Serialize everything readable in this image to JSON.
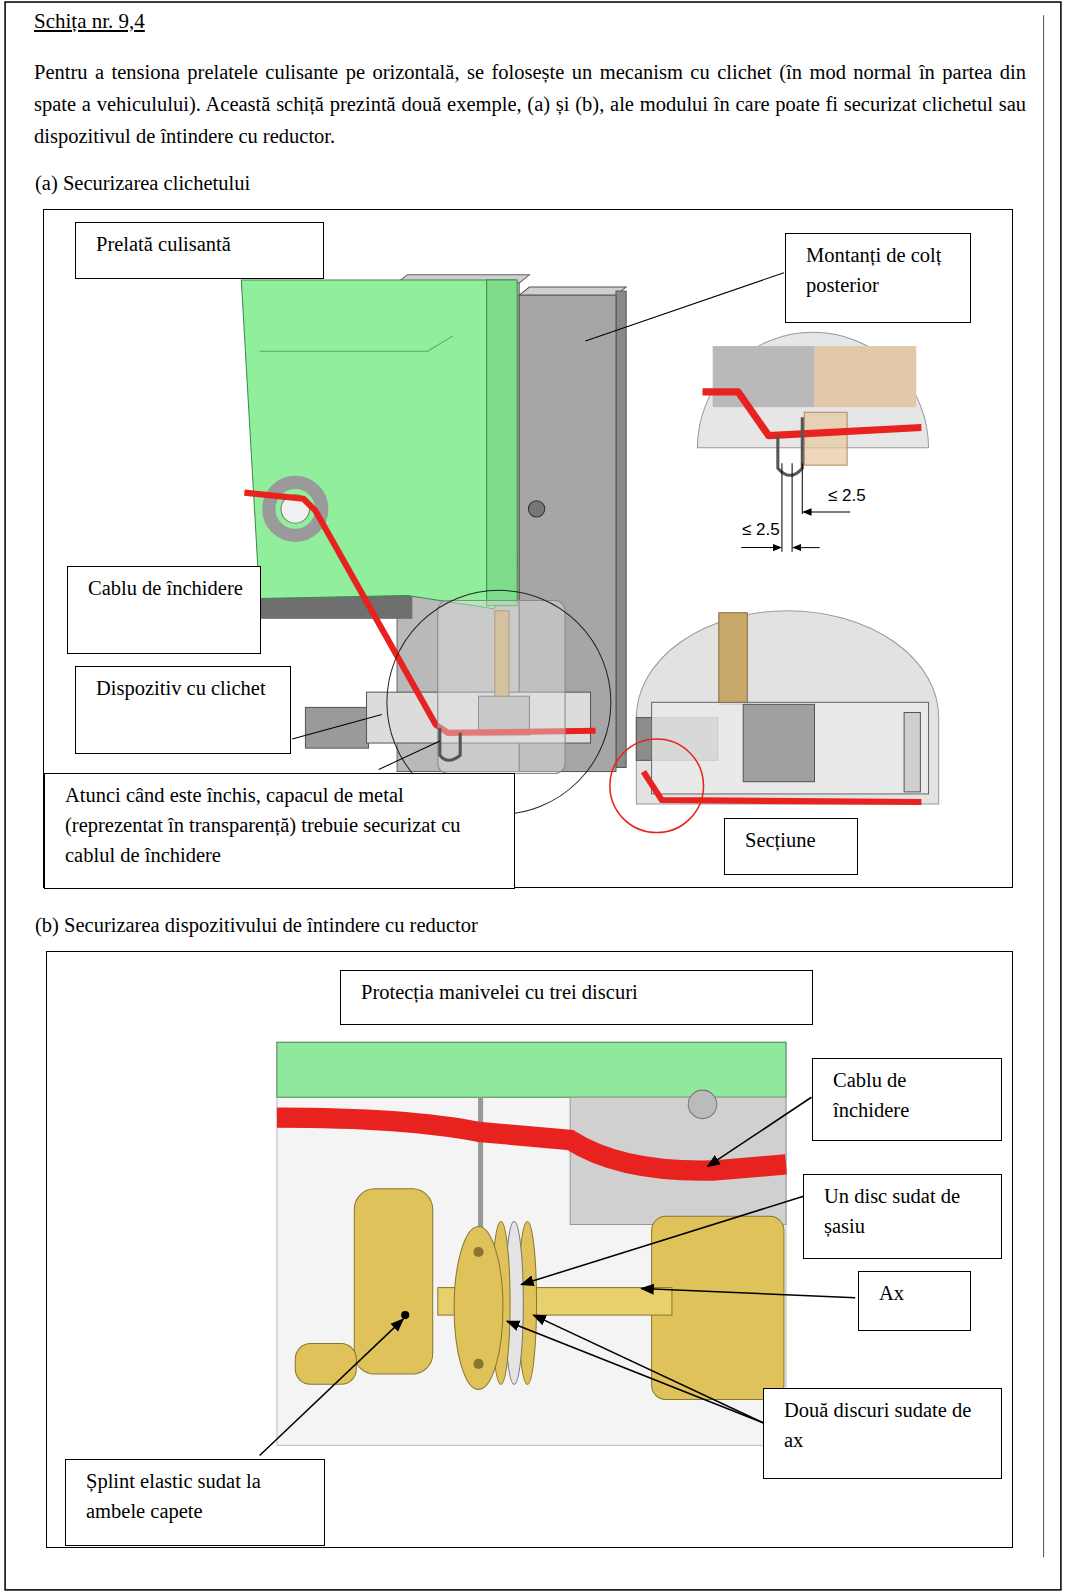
{
  "diagram": {
    "title": "Schița nr. 9,4",
    "nodes": [
      {
        "text": [
          "(a) Securizarea clichetului"
        ]
      },
      {
        "text": [
          "Prelată culisantă"
        ],
        "in": 0
      },
      {
        "text": [
          "Montanți de colț posterior"
        ],
        "in": 0
      },
      {
        "text": [
          "Cablu de închidere"
        ],
        "in": 0
      },
      {
        "text": [
          "Dispozitiv cu clichet"
        ],
        "in": 0
      },
      {
        "text": [
          "Atunci când este închis, capacul de metal (reprezentat în transparență) trebuie securizat cu cablul de închidere"
        ],
        "in": 0
      },
      {
        "text": [
          "Secțiune"
        ],
        "in": 0
      },
      {
        "text": [
          "(b) Securizarea dispozitivului de întindere cu reductor"
        ]
      },
      {
        "text": [
          "Protecția manivelei cu trei discuri"
        ],
        "in": 7
      },
      {
        "text": [
          "Cablu de închidere"
        ],
        "in": 7
      },
      {
        "text": [
          "Un disc sudat de șasiu"
        ],
        "in": 7
      },
      {
        "text": [
          "Ax"
        ],
        "in": 7
      },
      {
        "text": [
          "Două discuri sudate de ax"
        ],
        "in": 7
      },
      {
        "text": [
          "Șplint elastic sudat la ambele capete"
        ],
        "in": 7
      }
    ],
    "labels": [
      "Pentru a tensiona prelatele culisante pe orizontală, se folosește un mecanism cu clichet (în mod normal în partea din spate a vehiculului). Această schiță prezintă două exemple, (a) și (b), ale modului în care poate fi securizat clichetul sau dispozitivul de întindere cu reductor.",
      "≤ 2.5",
      "≤ 2.5"
    ]
  }
}
